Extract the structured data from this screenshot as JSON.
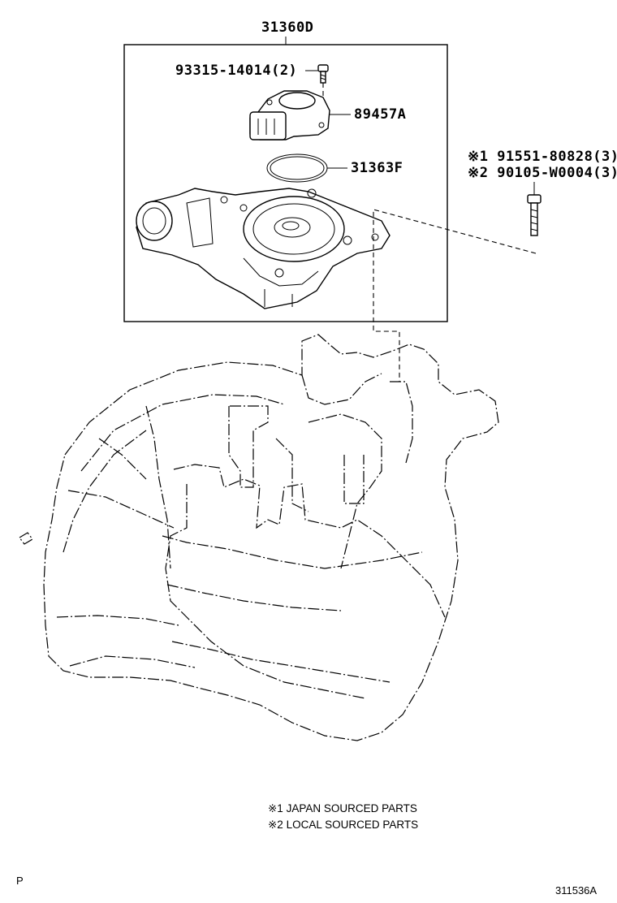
{
  "diagram": {
    "assembly_label": "31360D",
    "parts": [
      {
        "id": "bolt-small",
        "label": "93315-14014(2)"
      },
      {
        "id": "sensor",
        "label": "89457A"
      },
      {
        "id": "o-ring",
        "label": "31363F"
      },
      {
        "id": "bolt-japan",
        "label": "※1 91551-80828(3)"
      },
      {
        "id": "bolt-local",
        "label": "※2 90105-W0004(3)"
      }
    ],
    "notes": [
      "※1 JAPAN SOURCED PARTS",
      "※2 LOCAL SOURCED PARTS"
    ],
    "corner_left": "P",
    "illustration_code": "311536A"
  }
}
